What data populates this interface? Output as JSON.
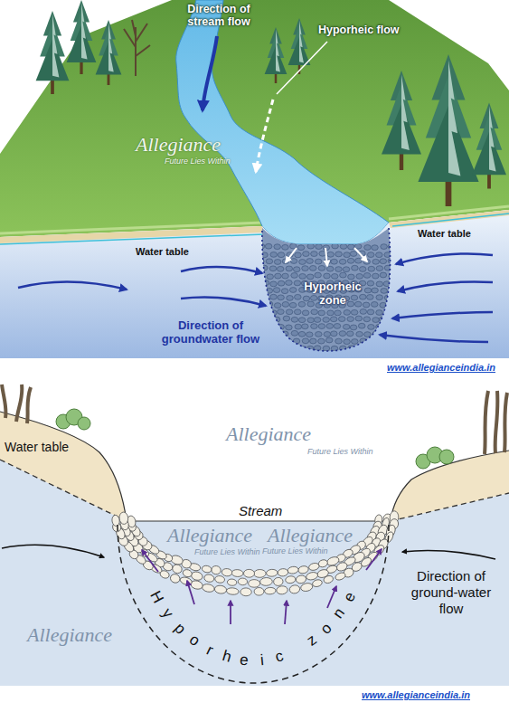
{
  "diagram": {
    "nodes": [
      {
        "text": [
          "Hyporheic zone"
        ]
      },
      {
        "text": [
          "Hyporheic zone"
        ]
      }
    ],
    "labels": [
      "Direction of stream flow",
      "Hyporheic flow",
      "Allegiance",
      "Future Lies Within",
      "Water table",
      "Water table",
      "Direction of groundwater flow",
      "www.allegianceindia.in",
      "Allegiance",
      "Future Lies Within",
      "Water table",
      "Stream",
      "Allegiance",
      "Future Lies Within",
      "Allegiance",
      "Future Lies Within",
      "Direction of ground-water flow",
      "Allegiance",
      "www.allegianceindia.in"
    ]
  }
}
